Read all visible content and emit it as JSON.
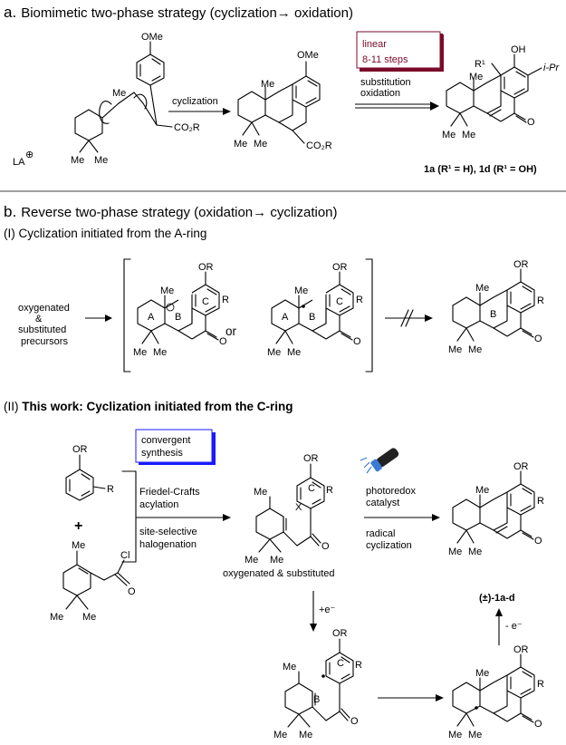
{
  "panel_a": {
    "letter": "a.",
    "title": "Biomimetic two-phase strategy (cyclization→ oxidation)",
    "reagent_cyclization": "cyclization",
    "box_linear": "linear",
    "box_steps": "8-11  steps",
    "substitution": "substitution",
    "oxidation": "oxidation",
    "compounds": "1a (R¹ = H), 1d (R¹ = OH)",
    "labels": {
      "ome": "OMe",
      "me": "Me",
      "la": "LA",
      "co2r": "CO₂R",
      "oh": "OH",
      "r1": "R¹",
      "ipr": "i-Pr",
      "o": "O",
      "plus": "⊕"
    }
  },
  "panel_b": {
    "letter": "b.",
    "title": "Reverse two-phase strategy (oxidation→ cyclization)",
    "part1_title": "(I) Cyclization initiated from the A-ring",
    "precursor": [
      "oxygenated",
      "&",
      "substituted",
      "precursors"
    ],
    "or": "or",
    "ring_labels": {
      "a": "A",
      "b": "B",
      "c": "C"
    },
    "part2_prefix": "(II) ",
    "part2_title": "This work: Cyclization initiated from the C-ring",
    "convergent": [
      "convergent",
      "synthesis"
    ],
    "step1": [
      "Friedel-Crafts",
      "acylation"
    ],
    "step2": [
      "site-selective",
      "halogenation"
    ],
    "photoredox": [
      "photoredox",
      "catalyst"
    ],
    "radical": [
      "radical",
      "cyclization"
    ],
    "oxygenated_substituted": "oxygenated & substituted",
    "product": "(±)-1a-d",
    "plus_e": "+e⁻",
    "minus_e": "- e⁻",
    "labels": {
      "or_group": "OR",
      "r": "R",
      "x": "X",
      "cl": "Cl",
      "o": "O",
      "me": "Me",
      "plus_sign": "+"
    }
  },
  "colors": {
    "blue": "#1a1aff",
    "magenta": "#ee00ee",
    "maroon": "#7a0a2a",
    "gray": "#8c8c8c"
  }
}
